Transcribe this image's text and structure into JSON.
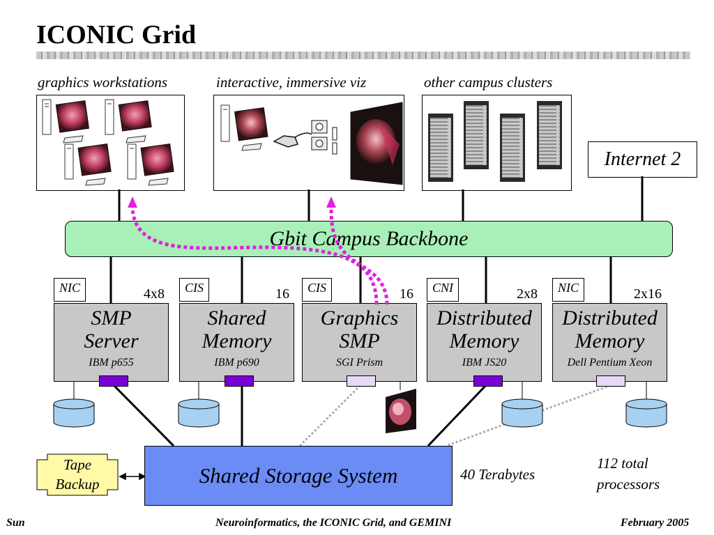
{
  "slide": {
    "title": "ICONIC Grid",
    "captions": {
      "workstations": "graphics workstations",
      "viz": "interactive, immersive viz",
      "clusters": "other campus clusters"
    },
    "internet": "Internet 2",
    "backbone": "Gbit Campus Backbone",
    "nodes": [
      {
        "tag": "NIC",
        "count": "4x8",
        "name_line1": "SMP",
        "name_line2": "Server",
        "model": "IBM p655"
      },
      {
        "tag": "CIS",
        "count": "16",
        "name_line1": "Shared",
        "name_line2": "Memory",
        "model": "IBM p690"
      },
      {
        "tag": "CIS",
        "count": "16",
        "name_line1": "Graphics",
        "name_line2": "SMP",
        "model": "SGI Prism"
      },
      {
        "tag": "CNI",
        "count": "2x8",
        "name_line1": "Distributed",
        "name_line2": "Memory",
        "model": "IBM JS20"
      },
      {
        "tag": "NIC",
        "count": "2x16",
        "name_line1": "Distributed",
        "name_line2": "Memory",
        "model": "Dell Pentium Xeon"
      }
    ],
    "storage": "Shared Storage System",
    "tape_line1": "Tape",
    "tape_line2": "Backup",
    "capacity": "40 Terabytes",
    "processors_line1": "112 total",
    "processors_line2": "processors",
    "footer": {
      "left": "Sun",
      "center": "Neuroinformatics, the ICONIC Grid, and GEMINI",
      "right": "February 2005"
    }
  },
  "colors": {
    "backbone": "#a8f0b8",
    "node": "#c8c8c8",
    "storage": "#6b8cf5",
    "tape": "#fff9a8",
    "disk": "#a8d0f0",
    "port_solid": "#7a00d8",
    "port_light": "#e8d8f8",
    "arrow": "#e020e0"
  },
  "icons": [
    "workstation-icon",
    "brain-render-icon",
    "stereo-glasses-icon",
    "projector-icon",
    "server-rack-icon",
    "disk-icon"
  ]
}
